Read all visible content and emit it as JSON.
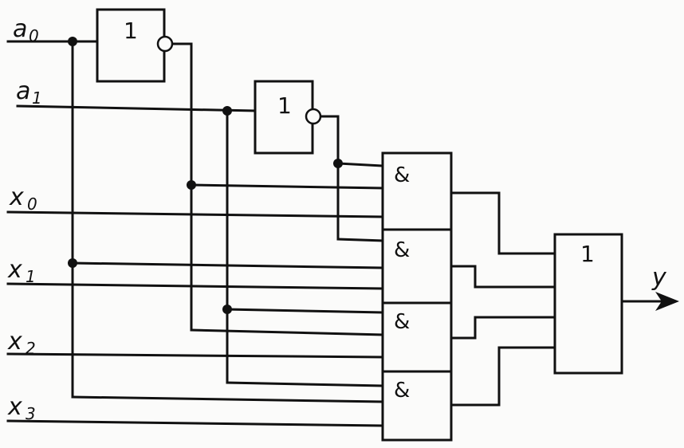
{
  "inputs": {
    "a0": "a",
    "a0_sub": "0",
    "a1": "a",
    "a1_sub": "1",
    "x0": "x",
    "x0_sub": "0",
    "x1": "x",
    "x1_sub": "1",
    "x2": "x",
    "x2_sub": "2",
    "x3": "x",
    "x3_sub": "3"
  },
  "output": {
    "label": "y"
  },
  "gates": {
    "not_a0": "1",
    "not_a1": "1",
    "and1": "&",
    "and2": "&",
    "and3": "&",
    "and4": "&",
    "or_out": "1"
  }
}
